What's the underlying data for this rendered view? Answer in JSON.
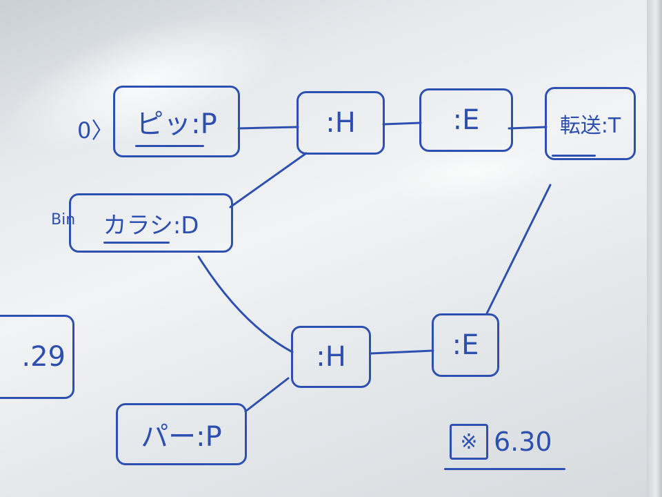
{
  "colors": {
    "marker": "#2d4fb0",
    "board": "#eceff1"
  },
  "nodes": {
    "p_top": {
      "text": "ピッ:P",
      "side_label": "0〉"
    },
    "h_top": {
      "text": ":H"
    },
    "e_top": {
      "text": ":E"
    },
    "t_node": {
      "text": "転送:T"
    },
    "d_node": {
      "text": "カラシ:D",
      "side_label": "Bin"
    },
    "h_bottom": {
      "text": ":H"
    },
    "e_bottom": {
      "text": ":E"
    },
    "p_bottom": {
      "text": "パー:P"
    },
    "partial_box": {
      "text": ".29"
    }
  },
  "footer_note": {
    "marker": "※",
    "text": "6.30"
  }
}
